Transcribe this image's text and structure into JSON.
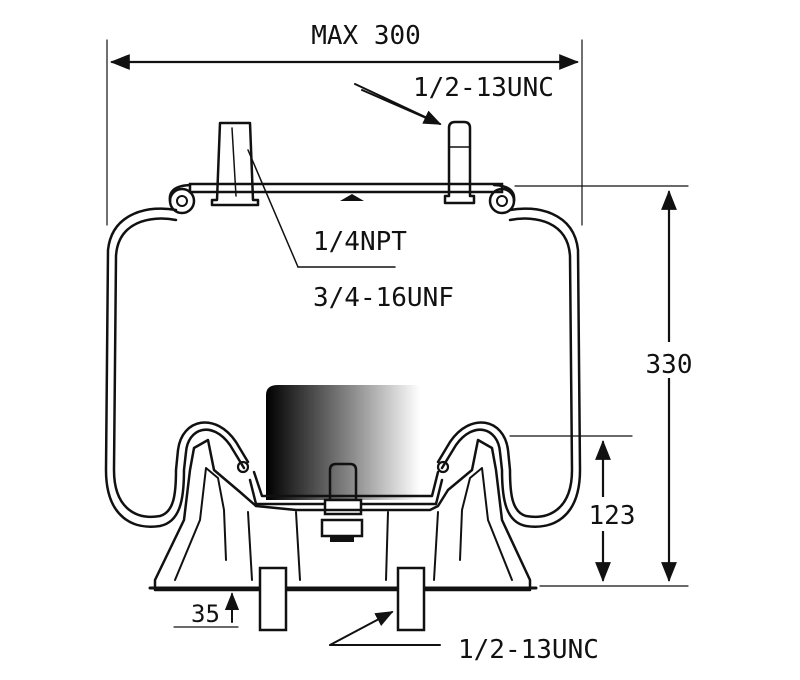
{
  "labels": {
    "max_width": "MAX 300",
    "top_thread": "1/2-13UNC",
    "air_fitting": "1/4NPT",
    "fitting_thread": "3/4-16UNF",
    "overall_height": "330",
    "piston_height": "123",
    "base_offset": "35",
    "bottom_thread": "1/2-13UNC"
  },
  "colors": {
    "ink": "#111111",
    "background": "#ffffff"
  }
}
